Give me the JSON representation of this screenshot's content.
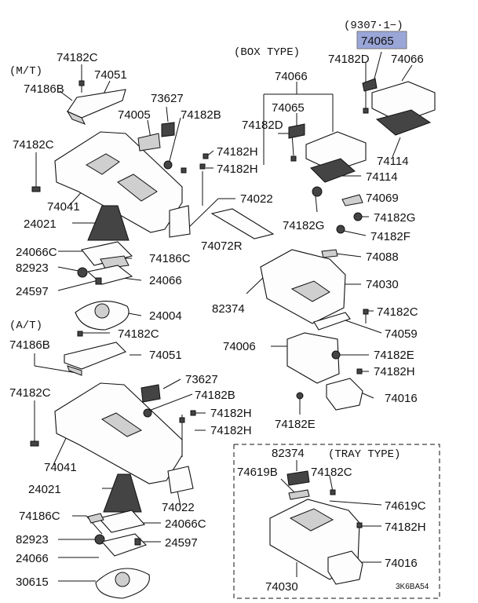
{
  "sections": {
    "mt": "(M/T)",
    "at": "(A/T)",
    "box_type": "(BOX TYPE)",
    "tray_type": "(TRAY TYPE)",
    "revision": "(9307·1−)"
  },
  "highlight_part": "74065",
  "highlight_color": "#9aa6d8",
  "footer_code": "3K6BA54",
  "labels": {
    "l_74182C_a": "74182C",
    "l_74051_a": "74051",
    "l_74186B_a": "74186B",
    "l_73627_a": "73627",
    "l_74005": "74005",
    "l_74182B_a": "74182B",
    "l_74182C_b": "74182C",
    "l_74182H_a": "74182H",
    "l_74182H_b": "74182H",
    "l_74041_a": "74041",
    "l_74022_a": "74022",
    "l_24021_a": "24021",
    "l_74072R": "74072R",
    "l_24066C_a": "24066C",
    "l_74186C_a": "74186C",
    "l_82923_a": "82923",
    "l_24066_a": "24066",
    "l_24597_a": "24597",
    "l_24004": "24004",
    "l_74182C_c": "74182C",
    "l_74186B_b": "74186B",
    "l_74051_b": "74051",
    "l_73627_b": "73627",
    "l_74182C_d": "74182C",
    "l_74182B_b": "74182B",
    "l_74182H_c": "74182H",
    "l_74182H_d": "74182H",
    "l_74041_b": "74041",
    "l_24021_b": "24021",
    "l_74022_b": "74022",
    "l_74186C_b": "74186C",
    "l_24066C_b": "24066C",
    "l_82923_b": "82923",
    "l_24597_b": "24597",
    "l_24066_b": "24066",
    "l_30615": "30615",
    "l_74065_hl": "74065",
    "l_74182D_a": "74182D",
    "l_74066_a": "74066",
    "l_74066_b": "74066",
    "l_74065_b": "74065",
    "l_74182D_b": "74182D",
    "l_74114_a": "74114",
    "l_74114_b": "74114",
    "l_74069": "74069",
    "l_74182G_a": "74182G",
    "l_74182G_b": "74182G",
    "l_74182F": "74182F",
    "l_74088": "74088",
    "l_74030_a": "74030",
    "l_82374_a": "82374",
    "l_74182C_e": "74182C",
    "l_74059": "74059",
    "l_74006": "74006",
    "l_74182E_a": "74182E",
    "l_74182H_e": "74182H",
    "l_74016_a": "74016",
    "l_74182E_b": "74182E",
    "l_82374_b": "82374",
    "l_74619B": "74619B",
    "l_74182C_f": "74182C",
    "l_74619C": "74619C",
    "l_74182H_f": "74182H",
    "l_74016_b": "74016",
    "l_74030_b": "74030"
  }
}
